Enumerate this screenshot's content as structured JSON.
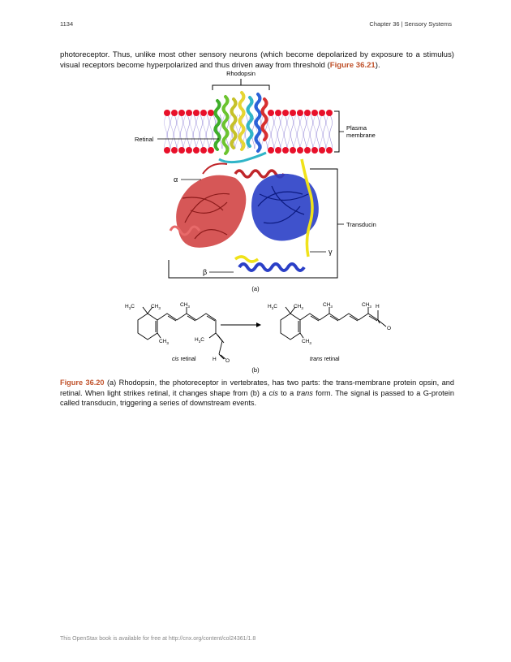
{
  "header": {
    "page_number": "1134",
    "chapter": "Chapter 36 | Sensory Systems"
  },
  "body_text": {
    "part1": "photoreceptor. Thus, unlike most other sensory neurons (which become depolarized by exposure to a stimulus) visual receptors become hyperpolarized and thus driven away from threshold (",
    "link": "Figure 36.21",
    "part2": ")."
  },
  "figure_a": {
    "labels": {
      "rhodopsin": "Rhodopsin",
      "retinal": "Retinal",
      "plasma_membrane_1": "Plasma",
      "plasma_membrane_2": "membrane",
      "alpha": "α",
      "transducin": "Transducin",
      "gamma": "γ",
      "beta": "β"
    },
    "panel": "(a)"
  },
  "figure_b": {
    "cis_label_italic": "cis",
    "cis_label_rest": " retinal",
    "trans_label_italic": "trans",
    "trans_label_rest": " retinal",
    "atoms": {
      "h3c": "H",
      "ch3": "CH",
      "sub3": "3",
      "c": "C",
      "h": "H",
      "o": "O"
    },
    "panel": "(b)"
  },
  "caption": {
    "label": "Figure 36.20",
    "text1": " (a) Rhodopsin, the photoreceptor in vertebrates, has two parts: the trans-membrane protein opsin, and retinal. When light strikes retinal, it changes shape from (b) a ",
    "cis": "cis",
    "text2": " to a ",
    "trans": "trans",
    "text3": " form. The signal is passed to a G-protein called transducin, triggering a series of downstream events."
  },
  "footer": "This OpenStax book is available for free at http://cnx.org/content/col24361/1.8"
}
